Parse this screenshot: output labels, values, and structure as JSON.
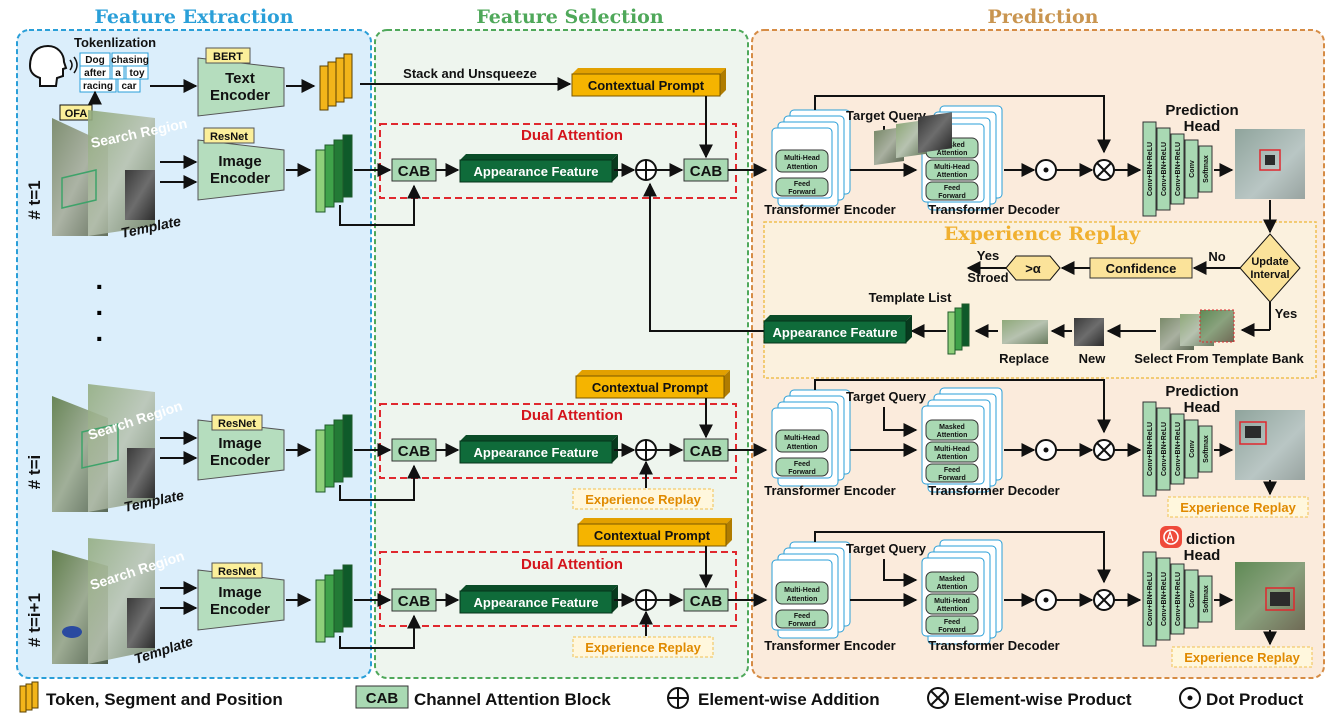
{
  "sections": {
    "feature_extraction": "Feature Extraction",
    "feature_selection": "Feature Selection",
    "prediction": "Prediction",
    "experience_replay": "Experience Replay"
  },
  "colors": {
    "fe_bg": "#dbeefb",
    "fe_border": "#2a9fd8",
    "fs_bg": "#eef5ee",
    "fs_border": "#4fa85a",
    "pred_bg": "#fbebdc",
    "pred_border": "#d68c45",
    "dark_green": "#0f6b3a",
    "light_green": "#a9d9b3",
    "orange": "#f5b400",
    "red_dash": "#e0282e",
    "er_text": "#e08a00"
  },
  "extraction": {
    "tokenization": "Tokenlization",
    "tokens": [
      "Dog",
      "chasing",
      "after",
      "a",
      "toy",
      "racing",
      "car"
    ],
    "ofa": "OFA",
    "bert": "BERT",
    "text_encoder": [
      "Text",
      "Encoder"
    ],
    "resnet": "ResNet",
    "image_encoder": [
      "Image",
      "Encoder"
    ],
    "search_region": "Search Region",
    "template": "Template",
    "steps": [
      "# t=1",
      "# t=i",
      "# t=i+1"
    ],
    "ellipsis": "·"
  },
  "selection": {
    "stack": "Stack and Unsqueeze",
    "contextual_prompt": "Contextual Prompt",
    "dual_attention": "Dual Attention",
    "cab": "CAB",
    "appearance_feature": "Appearance Feature",
    "experience_replay": "Experience Replay"
  },
  "prediction": {
    "target_query": "Target Query",
    "multi_head_attention": [
      "Multi-Head",
      "Attention"
    ],
    "masked_attention": [
      "Masked",
      "Attention"
    ],
    "feed_forward": [
      "Feed",
      "Forward"
    ],
    "transformer_encoder": "Transformer Encoder",
    "transformer_decoder": "Transformer Decoder",
    "prediction_head": [
      "Prediction",
      "Head"
    ],
    "prediction_head_clipped": "diction",
    "head_layers": [
      "Conv+BN+ReLU",
      "Conv+BN+ReLU",
      "Conv+BN+ReLU",
      "Conv",
      "Softmax"
    ],
    "experience_replay": "Experience Replay"
  },
  "replay": {
    "update_interval": [
      "Update",
      "Interval"
    ],
    "no": "No",
    "yes": "Yes",
    "confidence": "Confidence",
    "alpha": ">α",
    "yes_stored": [
      "Yes",
      "Stroed"
    ],
    "template_list": "Template List",
    "appearance_feature": "Appearance Feature",
    "replace": "Replace",
    "new": "New",
    "select_bank": "Select From Template Bank"
  },
  "legend": {
    "token": "Token, Segment and Position",
    "cab": "CAB",
    "cab_desc": "Channel Attention Block",
    "add": "Element-wise Addition",
    "product": "Element-wise Product",
    "dot": "Dot Product"
  }
}
